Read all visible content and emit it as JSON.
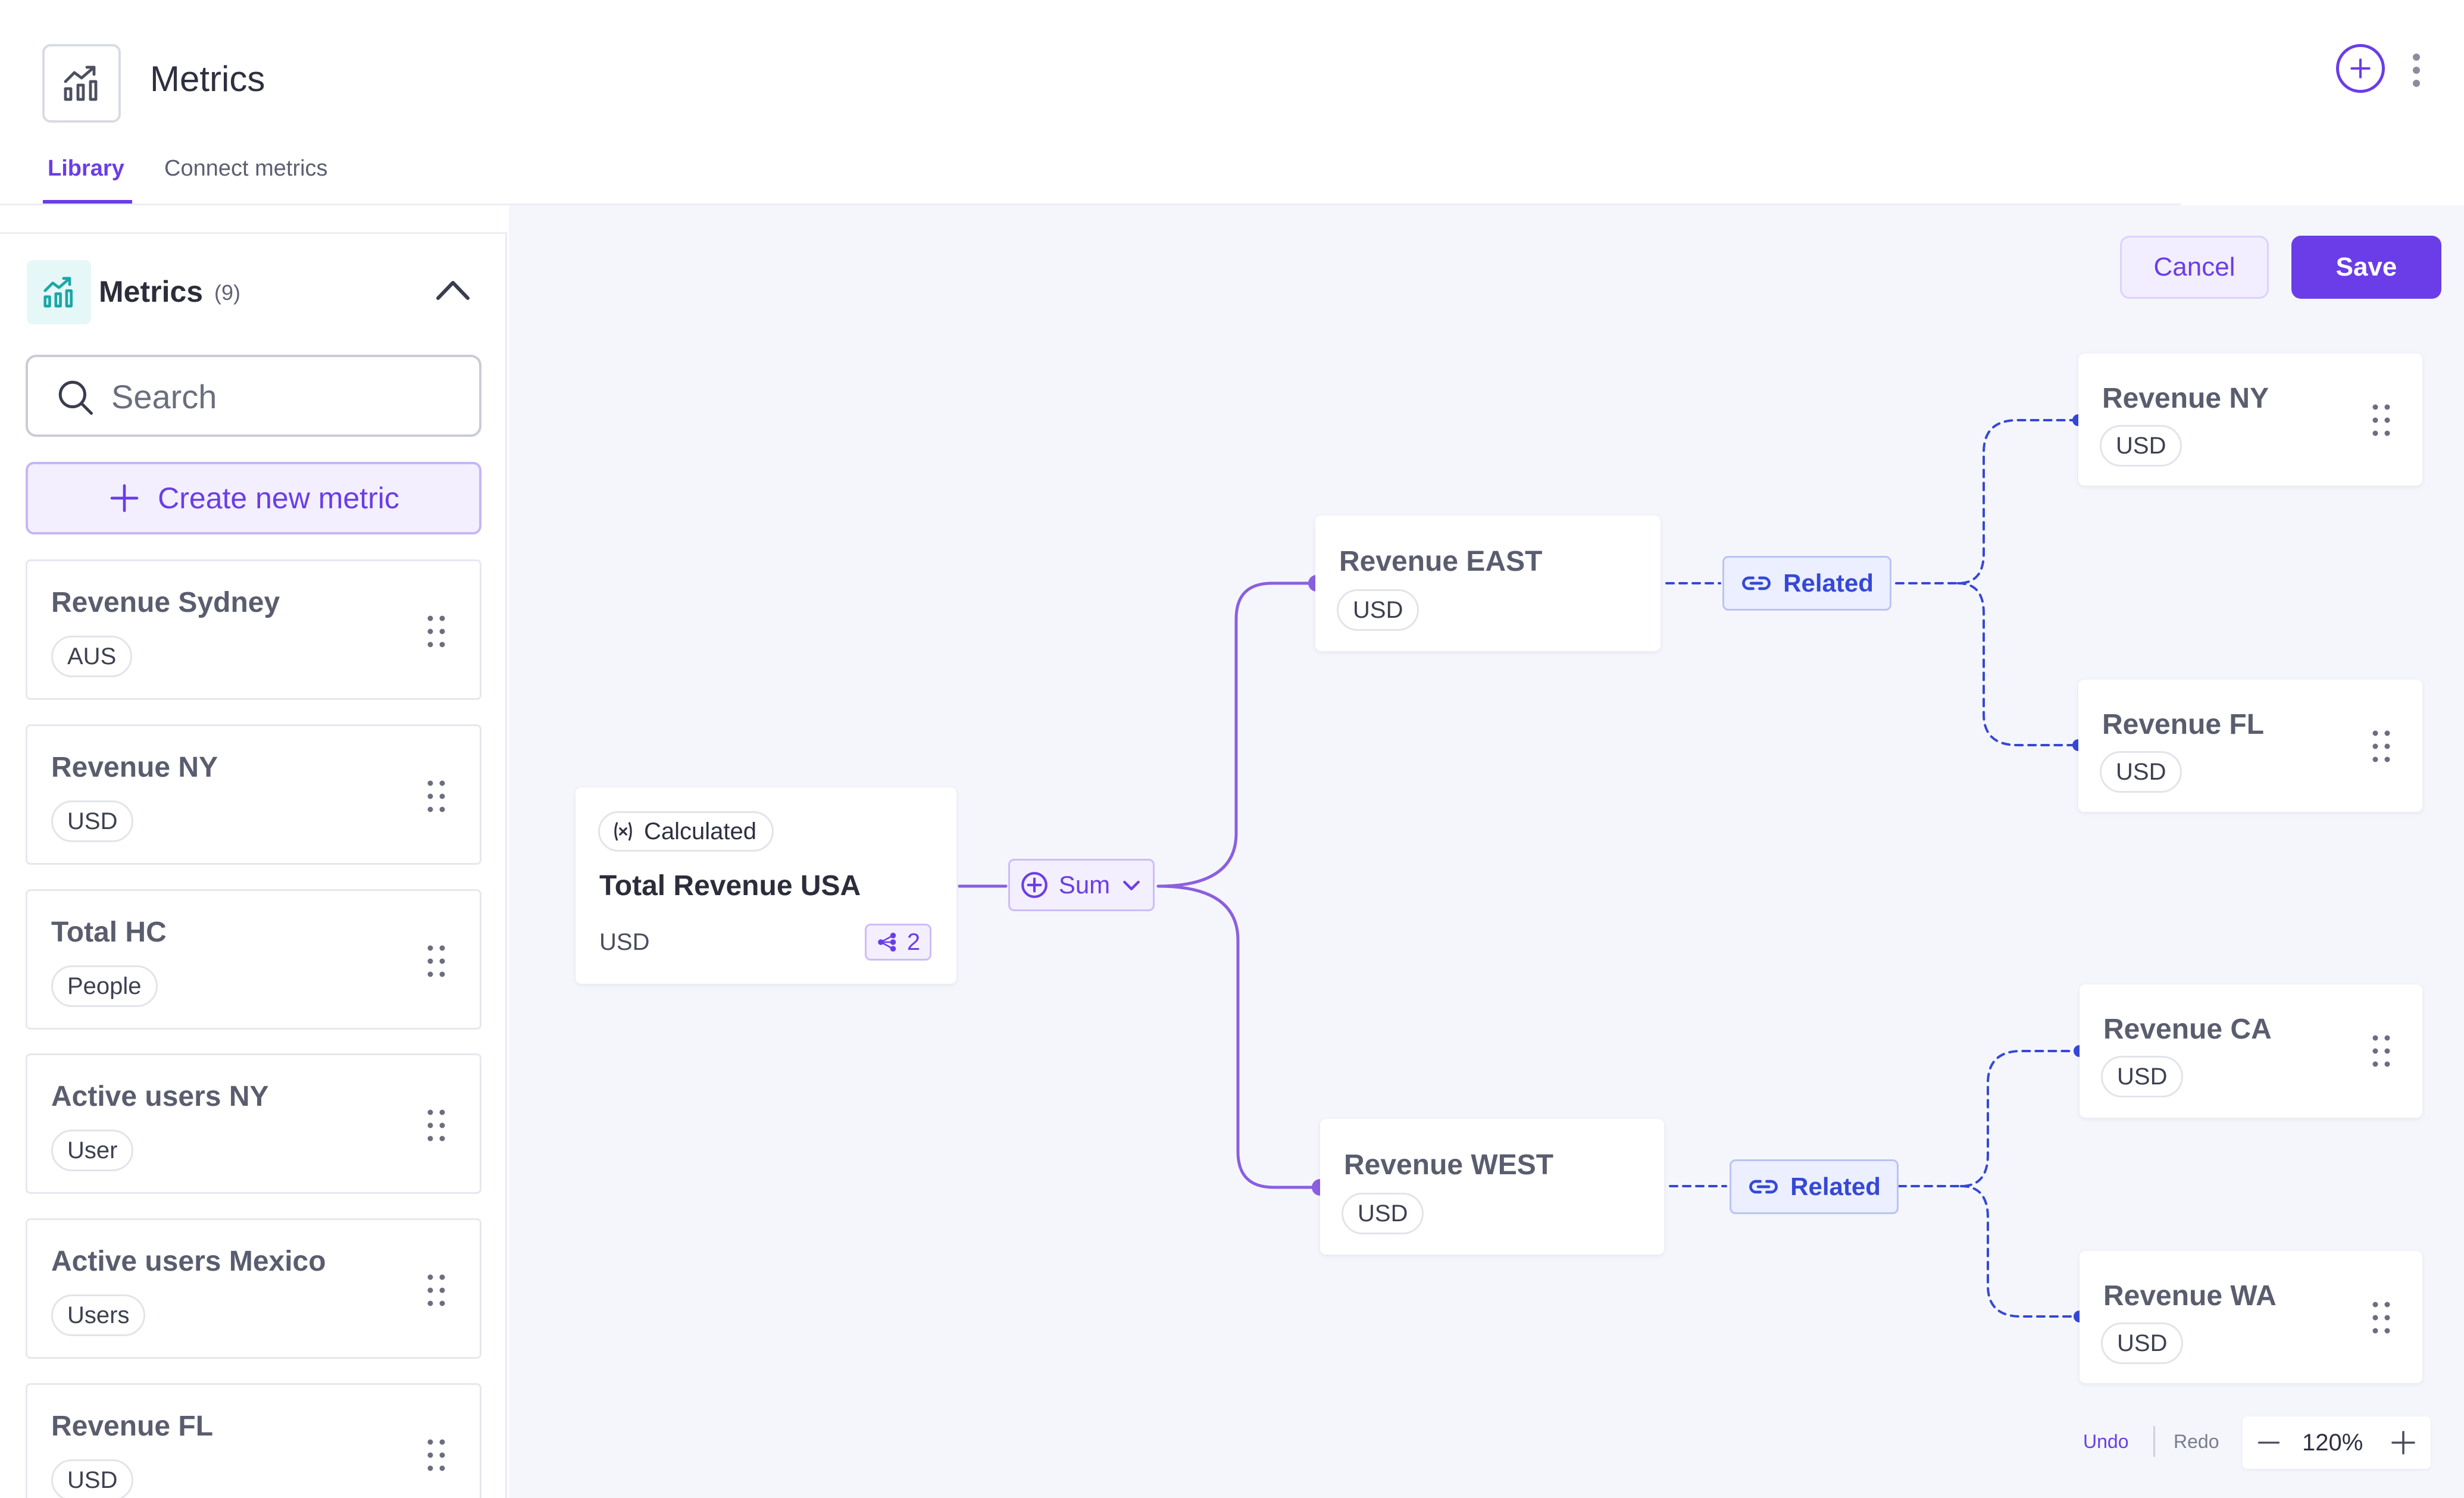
{
  "header": {
    "title": "Metrics",
    "tabs": [
      {
        "label": "Library"
      },
      {
        "label": "Connect metrics"
      }
    ]
  },
  "sidebar": {
    "title": "Metrics",
    "count": "(9)",
    "search": {
      "placeholder": "Search",
      "value": ""
    },
    "create_label": "Create new metric",
    "metrics": [
      {
        "name": "Revenue Sydney",
        "unit": "AUS"
      },
      {
        "name": "Revenue NY",
        "unit": "USD"
      },
      {
        "name": "Total HC",
        "unit": "People"
      },
      {
        "name": "Active users NY",
        "unit": "User"
      },
      {
        "name": "Active users Mexico",
        "unit": "Users"
      },
      {
        "name": "Revenue FL",
        "unit": "USD"
      }
    ]
  },
  "toolbar": {
    "cancel_label": "Cancel",
    "save_label": "Save"
  },
  "graph": {
    "root": {
      "badge": "Calculated",
      "name": "Total Revenue USA",
      "unit": "USD",
      "children_count": "2"
    },
    "operator": {
      "label": "Sum"
    },
    "east": {
      "name": "Revenue EAST",
      "unit": "USD"
    },
    "west": {
      "name": "Revenue WEST",
      "unit": "USD"
    },
    "related_east": {
      "label": "Related"
    },
    "related_west": {
      "label": "Related"
    },
    "ny": {
      "name": "Revenue NY",
      "unit": "USD"
    },
    "fl": {
      "name": "Revenue FL",
      "unit": "USD"
    },
    "ca": {
      "name": "Revenue CA",
      "unit": "USD"
    },
    "wa": {
      "name": "Revenue WA",
      "unit": "USD"
    }
  },
  "zoom": {
    "undo_label": "Undo",
    "redo_label": "Redo",
    "level": "120%"
  },
  "colors": {
    "accent": "#6a3de8",
    "related": "#3548d6",
    "canvas_bg": "#f5f6fc",
    "teal": "#1aa7a7"
  }
}
